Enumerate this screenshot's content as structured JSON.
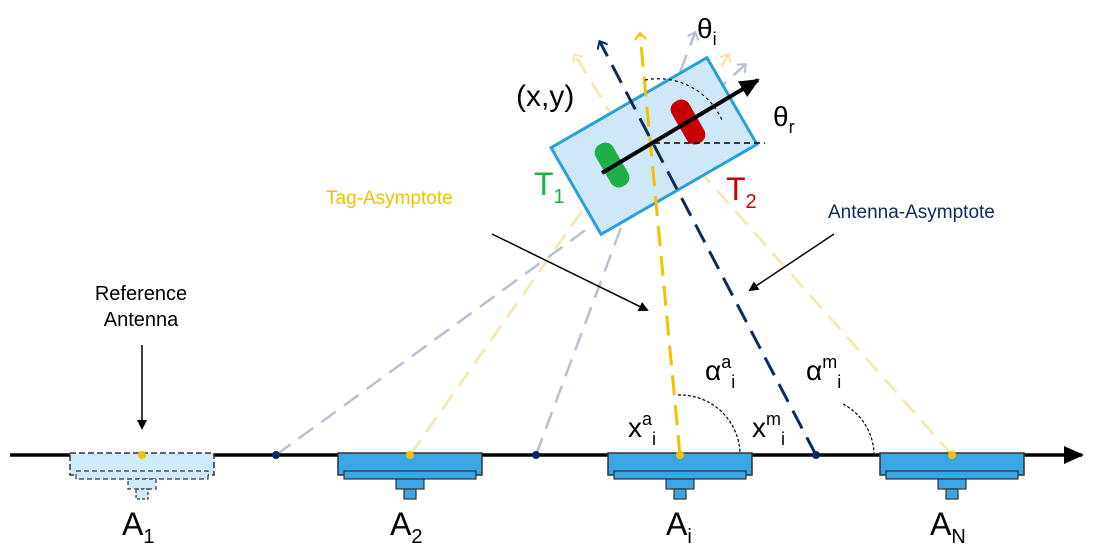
{
  "labels": {
    "theta_i": {
      "base": "θ",
      "sub": "i"
    },
    "theta_r": {
      "base": "θ",
      "sub": "r"
    },
    "position": "(x,y)",
    "tag1": {
      "base": "T",
      "sub": "1"
    },
    "tag2": {
      "base": "T",
      "sub": "2"
    },
    "tag_asymptote": "Tag-Asymptote",
    "antenna_asymptote": "Antenna-Asymptote",
    "reference_antenna_line1": "Reference",
    "reference_antenna_line2": "Antenna",
    "alpha_a": {
      "base": "α",
      "sup": "a",
      "sub": "i"
    },
    "alpha_m": {
      "base": "α",
      "sup": "m",
      "sub": "i"
    },
    "x_a": {
      "base": "x",
      "sup": "a",
      "sub": "i"
    },
    "x_m": {
      "base": "x",
      "sup": "m",
      "sub": "i"
    },
    "antennas": [
      {
        "base": "A",
        "sub": "1"
      },
      {
        "base": "A",
        "sub": "2"
      },
      {
        "base": "A",
        "sub": "i"
      },
      {
        "base": "A",
        "sub": "N"
      }
    ]
  },
  "colors": {
    "axis": "#000000",
    "antenna_fill": "#3aa6e6",
    "reference_fill": "#cfeaf8",
    "tag_asymptote": "#f2c200",
    "antenna_asymptote": "#0d2a5c",
    "tag_asymptote_faint": "#f8e6a8",
    "antenna_asymptote_faint": "#b8c0d4",
    "reader_fill": "#cfe8f8",
    "reader_stroke": "#2aa0d8",
    "tag1": "#1fae48",
    "tag2": "#c80000",
    "tag_label": "#f2c200",
    "antenna_label": "#0d2a5c"
  }
}
